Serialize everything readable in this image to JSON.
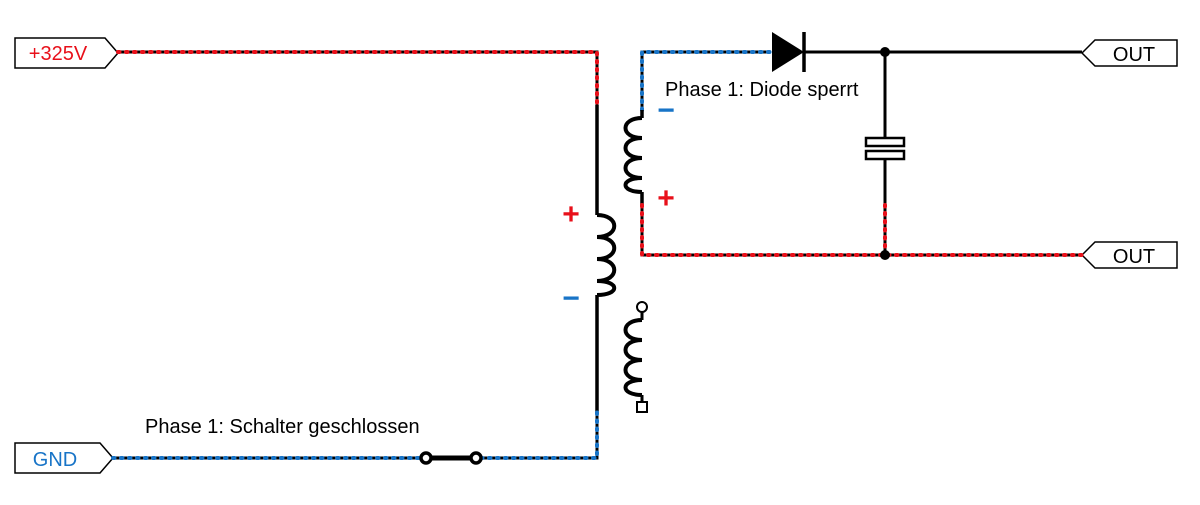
{
  "colors": {
    "positive": "#e8101a",
    "negative": "#1874c7",
    "wire": "#000000",
    "background": "#ffffff"
  },
  "terminals": {
    "vplus": "+325V",
    "gnd": "GND",
    "out_top": "OUT",
    "out_bottom": "OUT"
  },
  "annotations": {
    "diode_state": "Phase 1: Diode sperrt",
    "switch_state": "Phase 1: Schalter geschlossen"
  },
  "polarity": {
    "primary_top": "+",
    "primary_bottom": "−",
    "secondary_top": "−",
    "secondary_bottom": "+"
  }
}
